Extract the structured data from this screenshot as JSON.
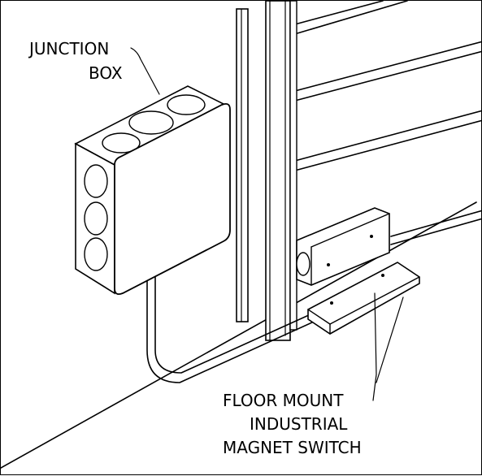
{
  "labels": {
    "junction_box": [
      "JUNCTION",
      "BOX"
    ],
    "magnet_switch": [
      "FLOOR MOUNT",
      "INDUSTRIAL",
      "MAGNET SWITCH"
    ]
  }
}
